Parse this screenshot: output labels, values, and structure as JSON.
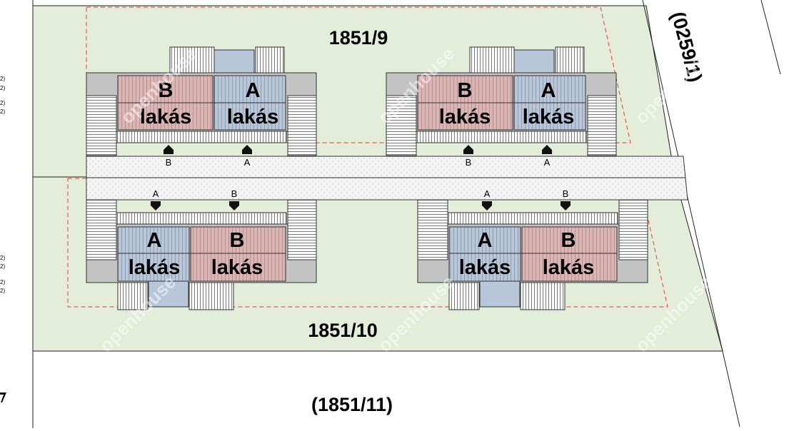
{
  "parcels": {
    "north": "1851/9",
    "middle": "1851/10",
    "south": "(1851/11)",
    "east_road": "(0259/1)"
  },
  "unit_word": "lakás",
  "unit_letters": {
    "a": "A",
    "b": "B"
  },
  "entrances": {
    "a": "A",
    "b": "B"
  },
  "left_margin_notes": [
    "2)",
    "2)",
    "2)",
    "2)",
    "2)",
    "2)",
    "2)",
    "2)"
  ],
  "watermark": "openhouse",
  "colors": {
    "parcel_fill": "#e3edd9",
    "unit_a": "#b7c6d8",
    "unit_b": "#dbb4b4",
    "building_grey": "#c3c3c3",
    "setback_line": "#e0403a"
  }
}
